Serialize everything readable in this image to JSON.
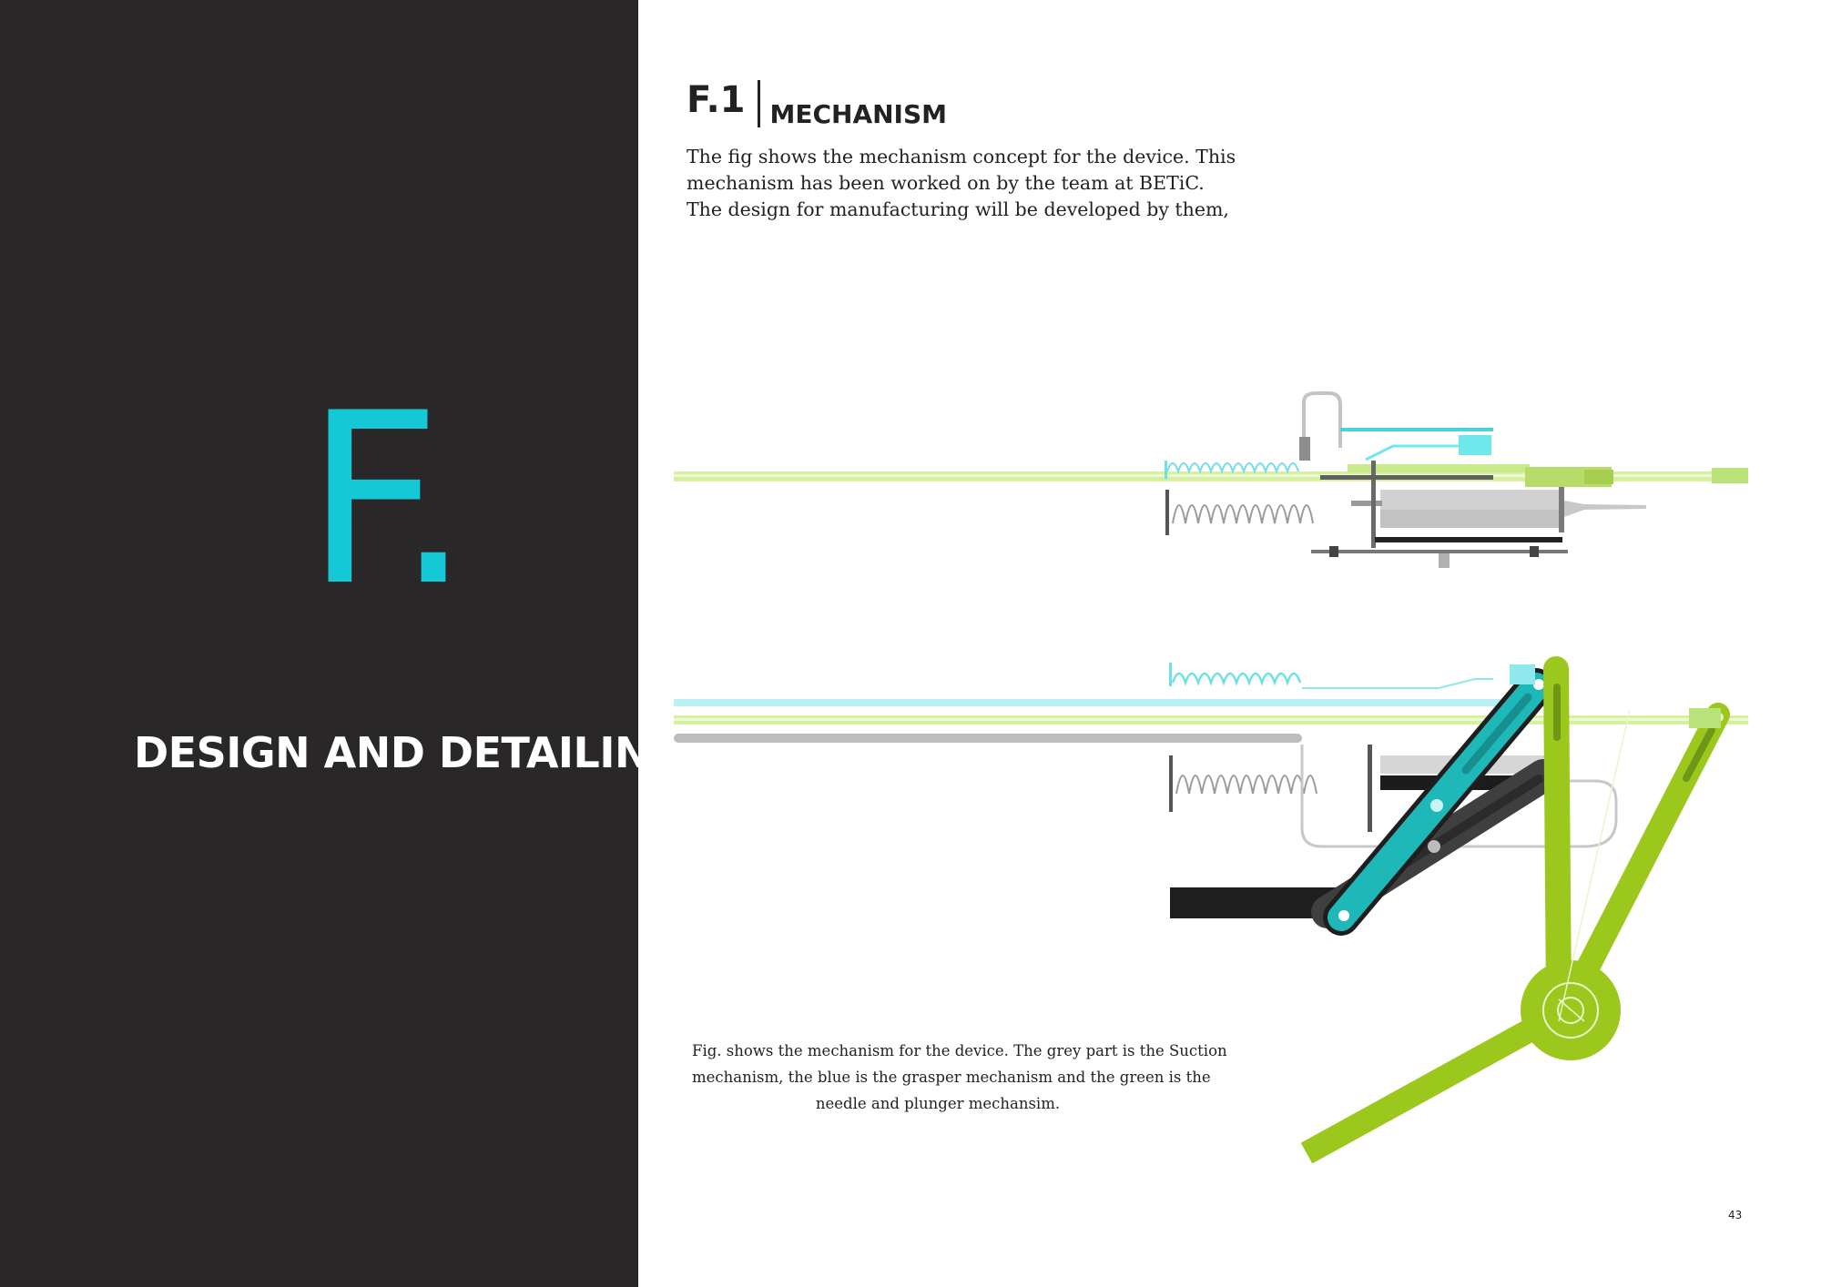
{
  "section": {
    "letter": "F.",
    "title": "DESIGN AND DETAILING",
    "accent_color": "#14c8d6",
    "panel_color": "#2a2728"
  },
  "heading": {
    "number": "F.1",
    "title": "MECHANISM"
  },
  "intro": {
    "lines": [
      "The fig shows the mechanism concept for the device. This",
      "mechanism has been worked on by the team at BETiC.",
      "The design for manufacturing  will be developed by them,"
    ]
  },
  "figure": {
    "description_colors": {
      "suction": "#bdbdbd",
      "grasper": "#1fb8b8",
      "needle_plunger": "#9cc81e"
    }
  },
  "caption": {
    "lines": [
      "Fig. shows the mechanism for the device. The grey part is the Suction",
      "mechanism, the blue is the grasper mechanism and the green is the",
      "needle and plunger mechansim."
    ]
  },
  "page_number": "43"
}
